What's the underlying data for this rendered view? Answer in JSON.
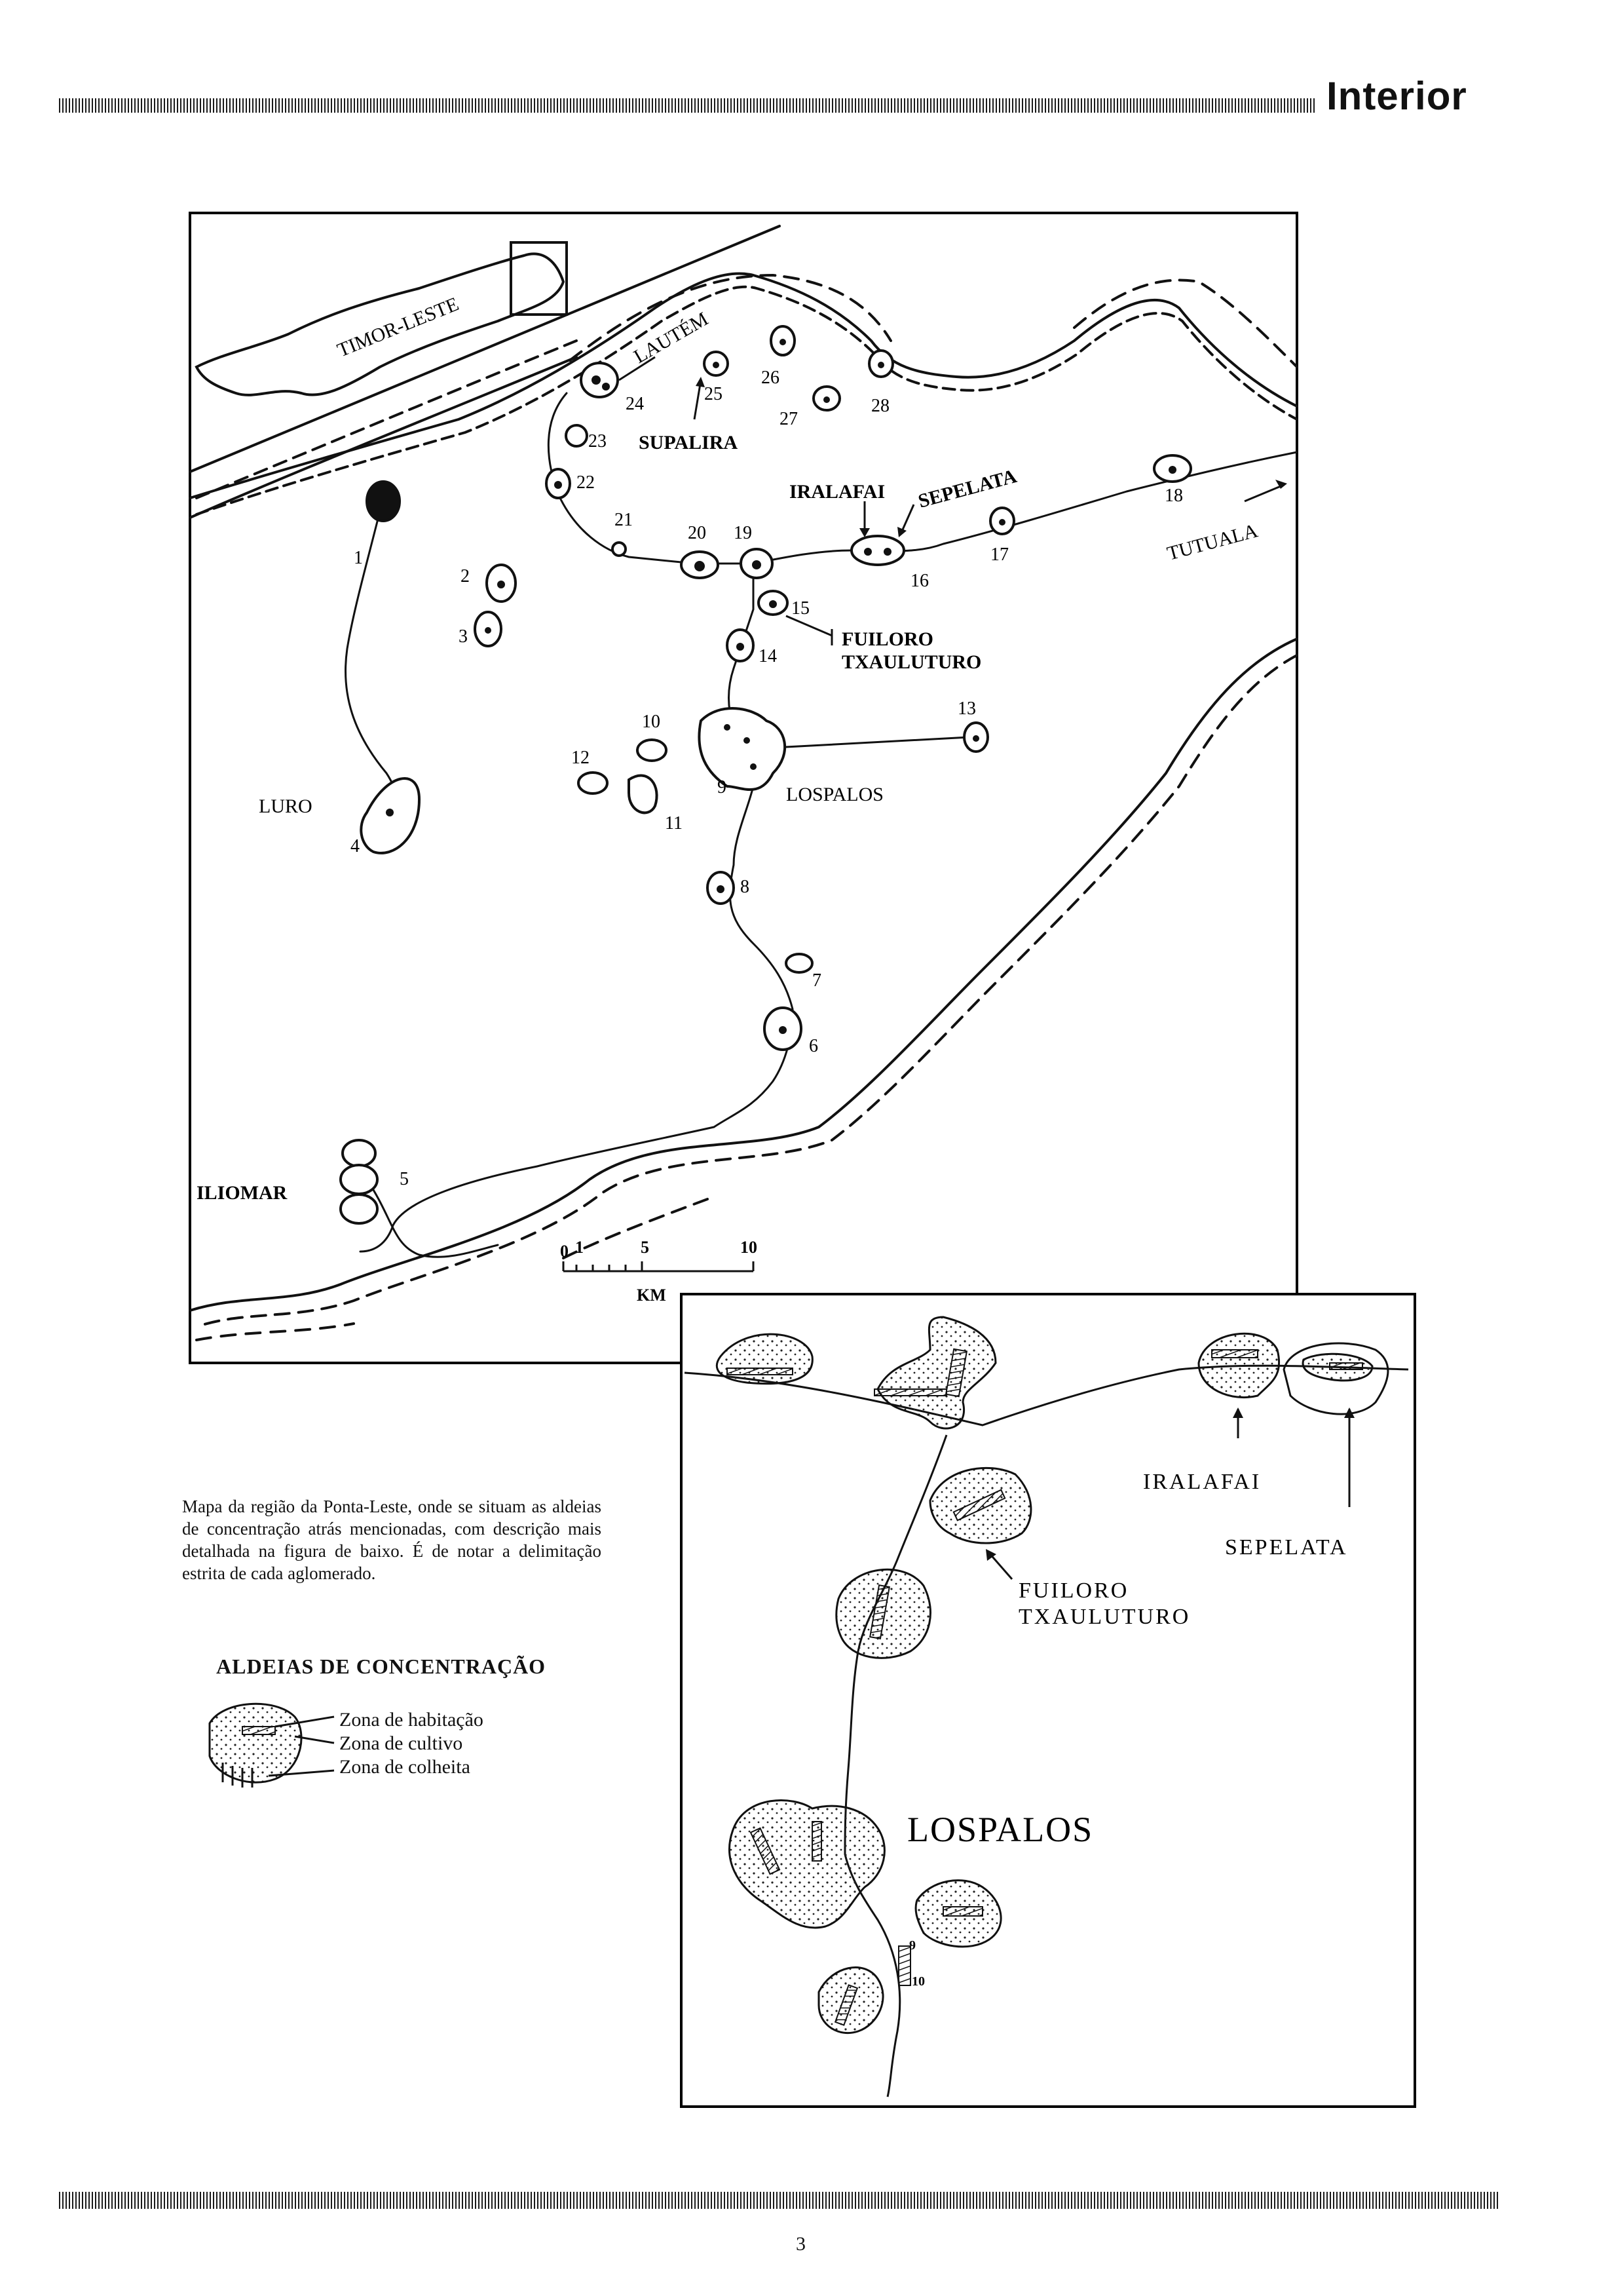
{
  "header": {
    "section_title": "Interior"
  },
  "main_map": {
    "places": {
      "timor_leste": "TIMOR-LESTE",
      "lautem": "LAUTÉM",
      "supalira": "SUPALIRA",
      "iralafai": "IRALAFAI",
      "sepelata": "SEPELATA",
      "tutuala": "TUTUALA",
      "fuiloro": "FUILORO",
      "txaulituro": "TXAULUTURO",
      "lospalos": "LOSPALOS",
      "luro": "LURO",
      "iliomar": "ILIOMAR"
    },
    "village_numbers": [
      "1",
      "2",
      "3",
      "4",
      "5",
      "6",
      "7",
      "8",
      "9",
      "10",
      "11",
      "12",
      "13",
      "14",
      "15",
      "16",
      "17",
      "18",
      "19",
      "20",
      "21",
      "22",
      "23",
      "24",
      "25",
      "26",
      "27",
      "28"
    ],
    "scale": {
      "ticks": [
        "0",
        "1",
        "5",
        "10"
      ],
      "unit": "KM"
    }
  },
  "inset_map": {
    "places": {
      "iralafai": "IRALAFAI",
      "sepelata": "SEPELATA",
      "fuiloro": "FUILORO",
      "txaulituro": "TXAULUTURO",
      "lospalos": "LOSPALOS"
    },
    "markers": [
      "9",
      "10"
    ]
  },
  "caption": "Mapa da região da Ponta-Leste, onde se situam as aldeias de concentração atrás mencionadas, com descrição mais detalhada na figura de baixo. É de notar a delimitação estrita de cada aglomerado.",
  "legend": {
    "title": "ALDEIAS DE CONCENTRAÇÃO",
    "items": [
      "Zona de habitação",
      "Zona de cultivo",
      "Zona de colheita"
    ]
  },
  "footer": {
    "page_number": "3"
  }
}
